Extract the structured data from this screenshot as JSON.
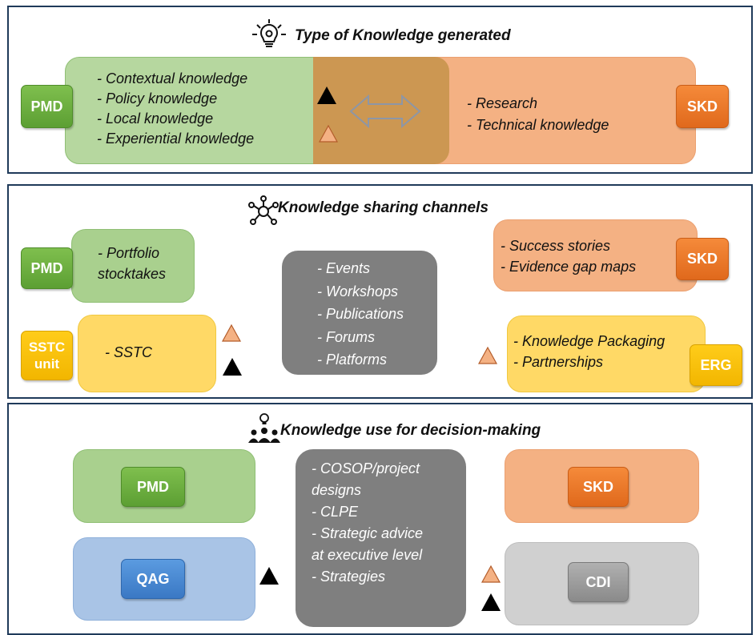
{
  "section1": {
    "heading": "Type of Knowledge generated",
    "pmd_label": "PMD",
    "skd_label": "SKD",
    "pmd_items": [
      "- Contextual knowledge",
      "- Policy knowledge",
      "- Local knowledge",
      "- Experiential knowledge"
    ],
    "skd_items": [
      "- Research",
      "- Technical knowledge"
    ]
  },
  "section2": {
    "heading": "Knowledge sharing channels",
    "pmd_label": "PMD",
    "pmd_items": [
      "- Portfolio",
      "stocktakes"
    ],
    "sstc_label_line1": "SSTC",
    "sstc_label_line2": "unit",
    "sstc_items": [
      "- SSTC"
    ],
    "center_items": [
      "- Events",
      "- Workshops",
      "- Publications",
      "- Forums",
      "- Platforms"
    ],
    "skd_label": "SKD",
    "skd_items": [
      "- Success stories",
      "- Evidence gap maps"
    ],
    "erg_label": "ERG",
    "erg_items": [
      "- Knowledge Packaging",
      "- Partnerships"
    ]
  },
  "section3": {
    "heading": "Knowledge use for decision-making",
    "pmd_label": "PMD",
    "qag_label": "QAG",
    "skd_label": "SKD",
    "cdi_label": "CDI",
    "center_items": [
      "- COSOP/project",
      "designs",
      "- CLPE",
      "- Strategic advice",
      "at executive level",
      "- Strategies"
    ]
  },
  "colors": {
    "green": "#a9d08e",
    "peach": "#f4b183",
    "yellow": "#ffd966",
    "gray": "#7f7f7f",
    "blue": "#a9c4e6",
    "light_gray": "#d0d0d0",
    "overlap": "#bf8f42",
    "border": "#1f3a5a",
    "triangle_black": "#000000",
    "triangle_peach": "#f4b183"
  },
  "icons": [
    "lightbulb-gear-icon",
    "network-icon",
    "team-idea-icon",
    "double-arrow-icon",
    "triangle-icon"
  ]
}
